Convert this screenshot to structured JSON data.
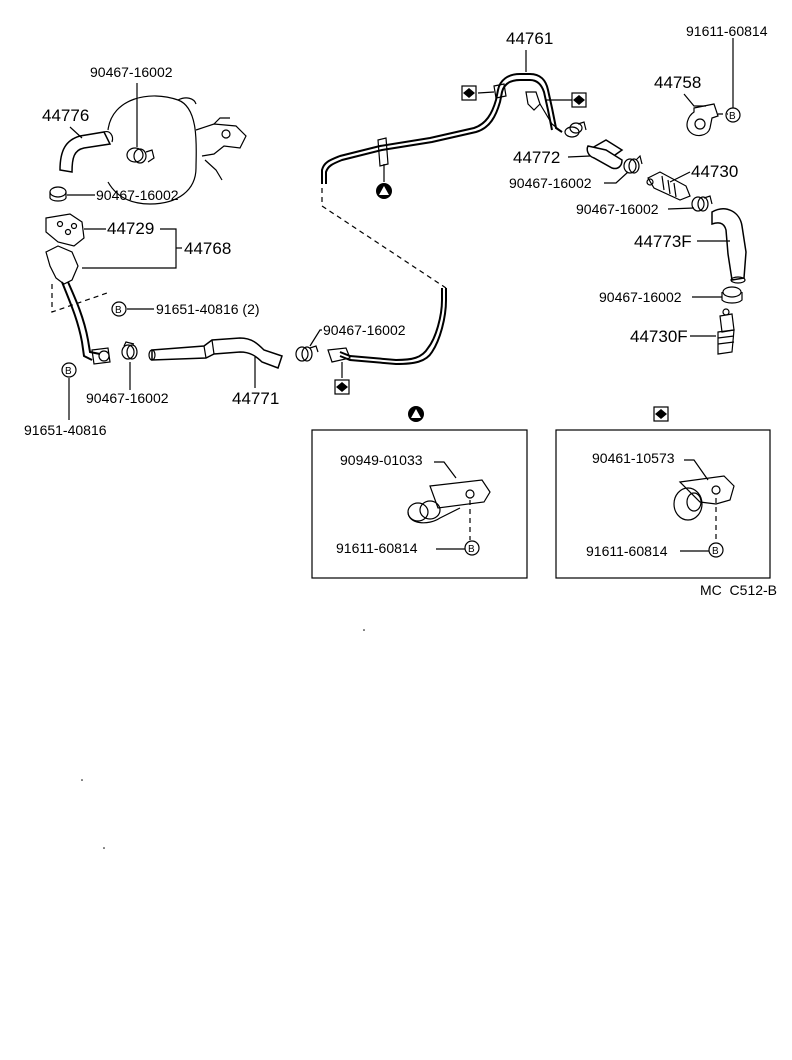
{
  "parts": {
    "p44776": "44776",
    "p44729": "44729",
    "p44768": "44768",
    "clamp_a": "90467-16002",
    "clamp_b": "90467-16002",
    "clamp_c": "90467-16002",
    "clamp_d": "90467-16002",
    "clamp_e": "90467-16002",
    "clamp_f": "90467-16002",
    "clamp_g": "90467-16002",
    "bolt_a": "91651-40816 (2)",
    "bolt_b": "91651-40816",
    "p44771": "44771",
    "p44761": "44761",
    "p44758": "44758",
    "bolt_c": "91611-60814",
    "p44772": "44772",
    "p44730": "44730",
    "p44773f": "44773F",
    "p44730f": "44730F",
    "boxA_part": "90949-01033",
    "boxA_bolt": "91611-60814",
    "boxB_part": "90461-10573",
    "boxB_bolt": "91611-60814",
    "marker_b": "B",
    "code": "MC  C512-B"
  },
  "icons": {
    "triangle_marker": "triangle-in-circle-icon",
    "diamond_marker": "diamond-in-square-icon",
    "bolt_marker": "b-in-circle-icon"
  }
}
